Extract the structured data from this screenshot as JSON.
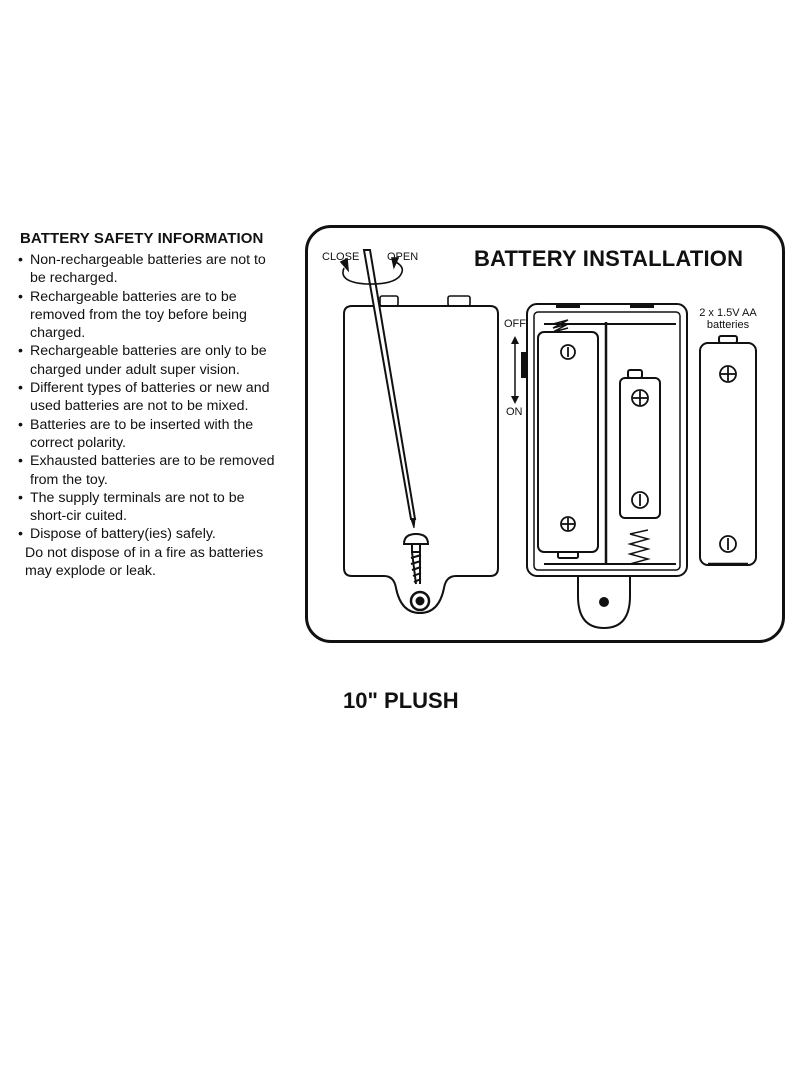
{
  "safety": {
    "title": "BATTERY SAFETY INFORMATION",
    "bullet_char": "•",
    "items": [
      "Non-rechargeable batteries are not to\nbe recharged.",
      "Rechargeable batteries are to be\nremoved from the toy before being\ncharged.",
      "Rechargeable batteries are only to be\ncharged under adult super vision.",
      "Different types of batteries or new and\nused batteries are not to be mixed.",
      "Batteries are to be inserted with the\ncorrect polarity.",
      "Exhausted batteries are to be removed\nfrom the toy.",
      "The supply terminals are not to be\nshort-cir cuited.",
      "Dispose of battery(ies) safely."
    ],
    "extra": "Do not dispose of in a fire as batteries\nmay explode or leak."
  },
  "installation": {
    "title": "BATTERY INSTALLATION",
    "close_label": "CLOSE",
    "open_label": "OPEN",
    "off_label": "OFF",
    "on_label": "ON",
    "battery_spec": "2 x 1.5V AA\nbatteries"
  },
  "product": {
    "model": "10\" PLUSH"
  }
}
